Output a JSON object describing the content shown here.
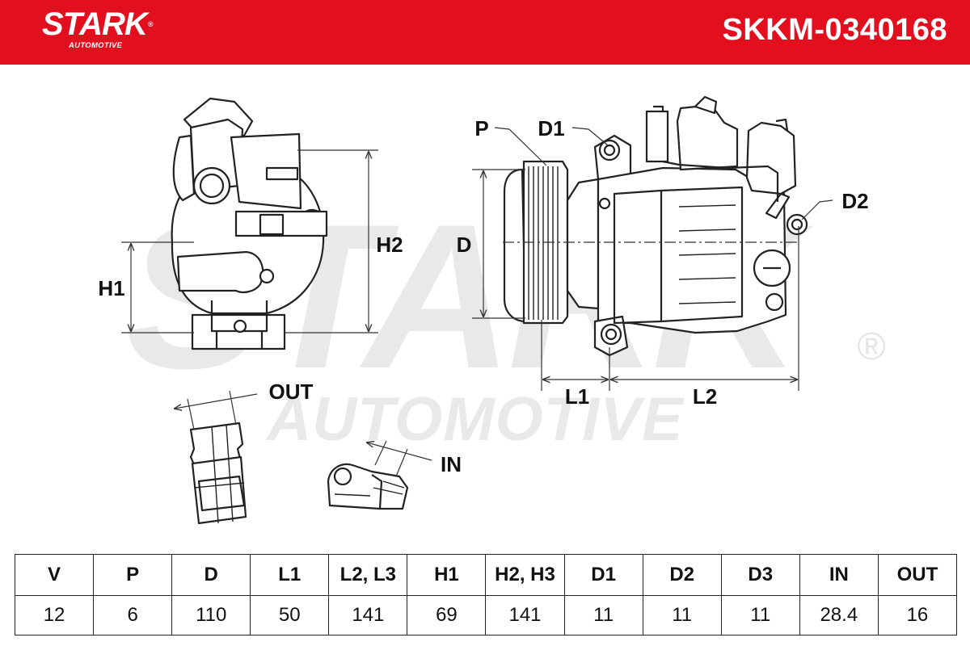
{
  "header": {
    "brand_name": "STARK",
    "brand_sub": "AUTOMOTIVE",
    "part_number": "SKKM-0340168",
    "color": "#e2101f"
  },
  "watermark": {
    "word1": "STARK",
    "word2": "AUTOMOTIVE",
    "reg": "®"
  },
  "labels": {
    "h1": "H1",
    "h2": "H2",
    "p": "P",
    "d1": "D1",
    "d2": "D2",
    "d": "D",
    "l1": "L1",
    "l2": "L2",
    "out": "OUT",
    "in": "IN"
  },
  "specs": {
    "headers": [
      "V",
      "P",
      "D",
      "L1",
      "L2, L3",
      "H1",
      "H2, H3",
      "D1",
      "D2",
      "D3",
      "IN",
      "OUT"
    ],
    "values": [
      "12",
      "6",
      "110",
      "50",
      "141",
      "69",
      "141",
      "11",
      "11",
      "11",
      "28.4",
      "16"
    ]
  }
}
